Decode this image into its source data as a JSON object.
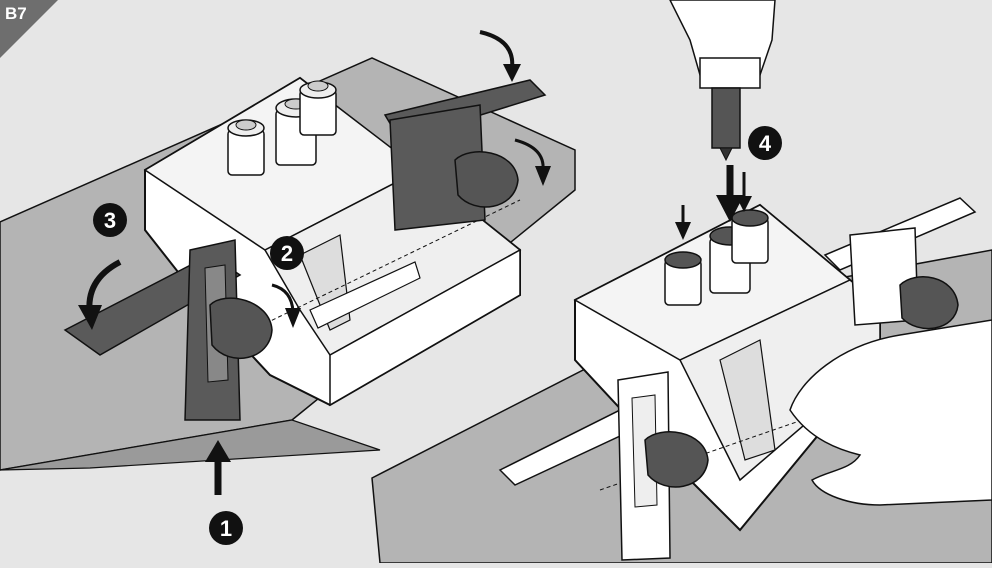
{
  "figure": {
    "label": "B7",
    "steps": [
      "1",
      "2",
      "3",
      "4"
    ]
  },
  "colors": {
    "background": "#e6e6e6",
    "table": "#b4b4b4",
    "tableEdge": "#9a9a9a",
    "jig": "#ffffff",
    "jigShade": "#efefef",
    "stopDark": "#5a5a5a",
    "stopLight": "#ffffff",
    "marker": "#111111",
    "line": "#111111"
  }
}
